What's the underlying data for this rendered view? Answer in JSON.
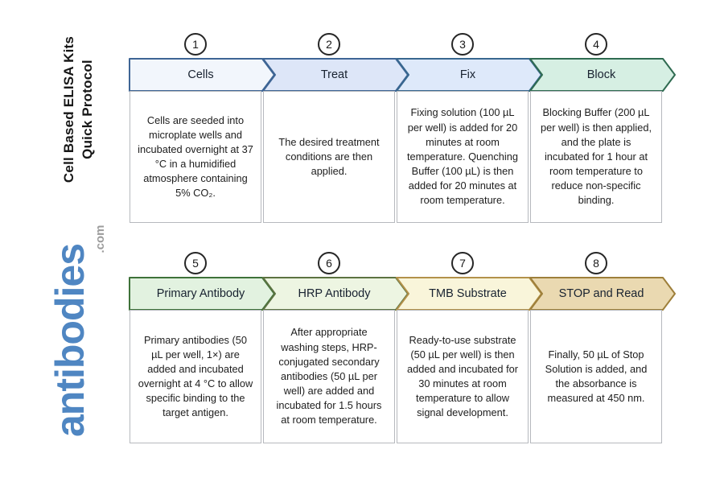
{
  "page_background": "#ffffff",
  "branding": {
    "title_line1": "Cell Based ELISA Kits",
    "title_line2": "Quick Protocol",
    "logo_text": "antibodies",
    "logo_suffix": ".com",
    "logo_color": "#4f86c2",
    "logo_suffix_color": "#9c9c9c"
  },
  "steps": [
    {
      "number": "1",
      "label": "Cells",
      "fill": "#f2f6fc",
      "stroke": "#3e6595",
      "description": "Cells are seeded into microplate wells and incubated overnight at 37 °C in a humidified atmosphere containing 5% CO₂."
    },
    {
      "number": "2",
      "label": "Treat",
      "fill": "#dde6f8",
      "stroke": "#3e6595",
      "description": "The desired treatment conditions are then applied."
    },
    {
      "number": "3",
      "label": "Fix",
      "fill": "#dee9fa",
      "stroke": "#38678f",
      "description": "Fixing solution (100 µL per well) is added for 20 minutes at room temperature. Quenching Buffer (100 µL) is then added for 20 minutes at room temperature."
    },
    {
      "number": "4",
      "label": "Block",
      "fill": "#d6efe3",
      "stroke": "#2f6b51",
      "description": "Blocking Buffer (200 µL per well) is then applied, and the plate is incubated for 1 hour at room temperature to reduce non-specific binding."
    },
    {
      "number": "5",
      "label": "Primary Antibody",
      "fill": "#e2f2e0",
      "stroke": "#3e7239",
      "description": "Primary antibodies (50 µL per well, 1×) are added and incubated overnight at 4 °C to allow specific binding to the target antigen."
    },
    {
      "number": "6",
      "label": "HRP Antibody",
      "fill": "#edf5e2",
      "stroke": "#5c7342",
      "description": "After appropriate washing steps, HRP-conjugated secondary antibodies (50 µL per well) are added and incubated for 1.5 hours at room temperature."
    },
    {
      "number": "7",
      "label": "TMB Substrate",
      "fill": "#f9f5da",
      "stroke": "#b3914a",
      "description": "Ready-to-use substrate (50 µL per well) is then added and incubated for 30 minutes at room temperature to allow signal development."
    },
    {
      "number": "8",
      "label": "STOP and Read",
      "fill": "#ead9b1",
      "stroke": "#9e7f3a",
      "description": "Finally, 50 µL of Stop Solution is added, and the absorbance is measured at 450 nm."
    }
  ]
}
